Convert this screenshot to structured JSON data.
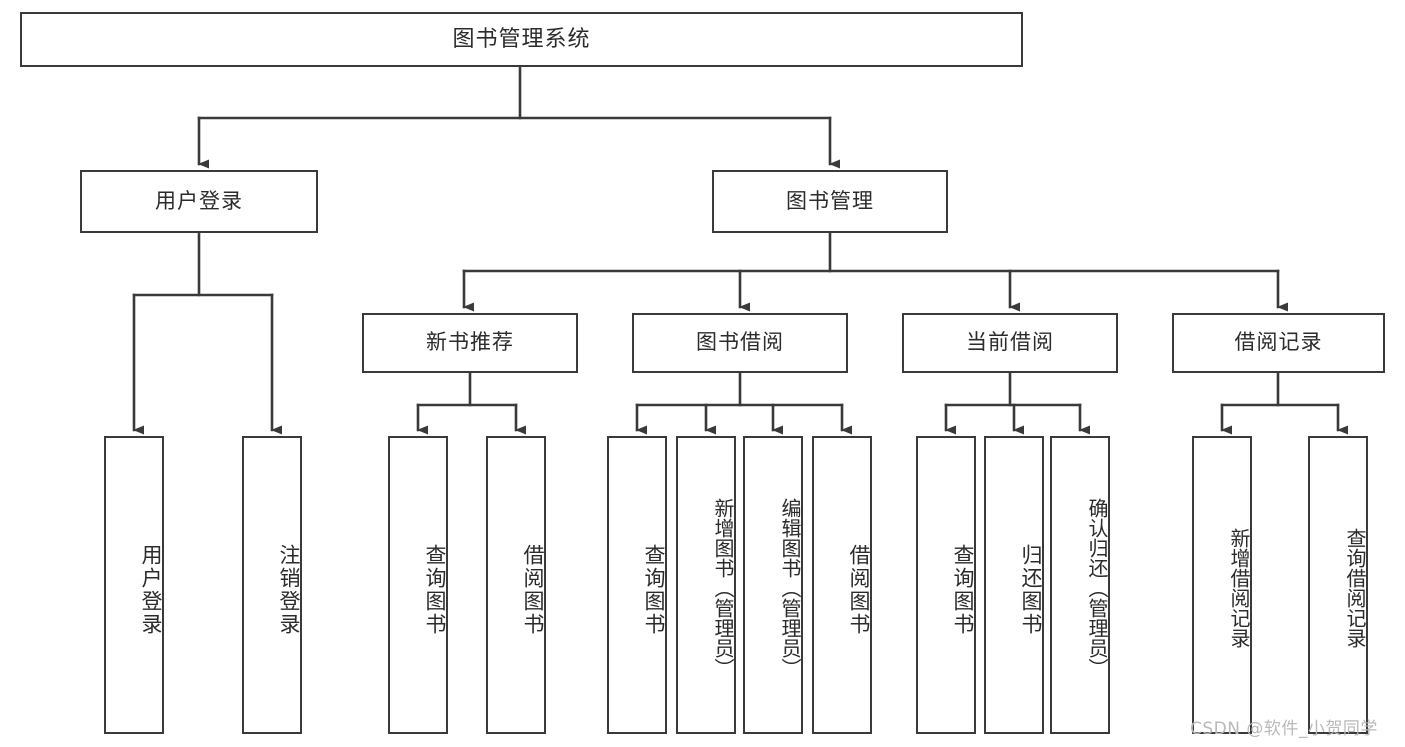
{
  "diagram": {
    "type": "tree-hierarchy",
    "title": "图书管理系统",
    "orientation": "top-down",
    "watermark": "CSDN @软件_小贺同学",
    "colors": {
      "box_border": "#3a3a3a",
      "box_fill": "#ffffff",
      "connector": "#3a3a3a",
      "text": "#2b2b2b",
      "watermark": "#b9b9b9",
      "background": "#ffffff"
    },
    "nodes": {
      "root": {
        "id": "root",
        "label": "图书管理系统",
        "level": 0
      },
      "level1": [
        {
          "id": "user-login",
          "label": "用户登录",
          "level": 1
        },
        {
          "id": "book-management",
          "label": "图书管理",
          "level": 1
        }
      ],
      "level2": [
        {
          "id": "new-book-recommend",
          "label": "新书推荐",
          "level": 2,
          "parent": "book-management"
        },
        {
          "id": "book-borrow",
          "label": "图书借阅",
          "level": 2,
          "parent": "book-management"
        },
        {
          "id": "current-borrow",
          "label": "当前借阅",
          "level": 2,
          "parent": "book-management"
        },
        {
          "id": "borrow-record",
          "label": "借阅记录",
          "level": 2,
          "parent": "book-management"
        }
      ],
      "leaves": [
        {
          "id": "leaf-user-login",
          "label": "用户登录",
          "parent": "user-login"
        },
        {
          "id": "leaf-logout",
          "label": "注销登录",
          "parent": "user-login"
        },
        {
          "id": "leaf-query-book-1",
          "label": "查询图书",
          "parent": "new-book-recommend"
        },
        {
          "id": "leaf-borrow-book-1",
          "label": "借阅图书",
          "parent": "new-book-recommend"
        },
        {
          "id": "leaf-query-book-2",
          "label": "查询图书",
          "parent": "book-borrow"
        },
        {
          "id": "leaf-add-book",
          "label": "新增图书（管理员）",
          "parent": "book-borrow"
        },
        {
          "id": "leaf-edit-book",
          "label": "编辑图书（管理员）",
          "parent": "book-borrow"
        },
        {
          "id": "leaf-borrow-book-2",
          "label": "借阅图书",
          "parent": "book-borrow"
        },
        {
          "id": "leaf-query-book-3",
          "label": "查询图书",
          "parent": "current-borrow"
        },
        {
          "id": "leaf-return-book",
          "label": "归还图书",
          "parent": "current-borrow"
        },
        {
          "id": "leaf-confirm-return",
          "label": "确认归还（管理员）",
          "parent": "current-borrow"
        },
        {
          "id": "leaf-add-record",
          "label": "新增借阅记录",
          "parent": "borrow-record"
        },
        {
          "id": "leaf-query-record",
          "label": "查询借阅记录",
          "parent": "borrow-record"
        }
      ]
    }
  }
}
